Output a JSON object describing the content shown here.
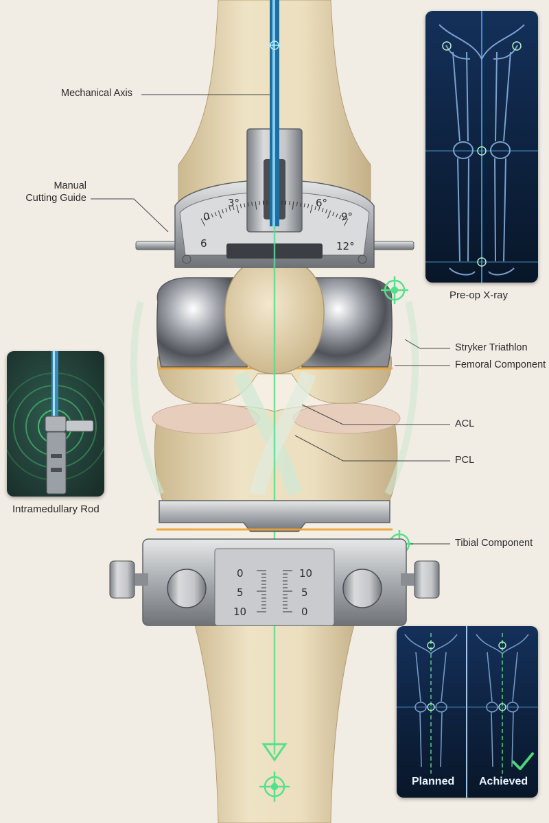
{
  "labels": {
    "mechanical_axis": "Mechanical Axis",
    "cutting_guide_line1": "Manual",
    "cutting_guide_line2": "Cutting Guide",
    "stryker": "Stryker Triathlon",
    "femoral_component": "Femoral Component",
    "acl": "ACL",
    "pcl": "PCL",
    "tibial_component": "Tibial Component",
    "intramedullary_rod": "Intramedullary Rod",
    "preop_xray": "Pre-op X-ray",
    "planned": "Planned",
    "achieved": "Achieved"
  },
  "cutting_guide_scale": {
    "marks": [
      "0",
      "3°",
      "6°",
      "9°",
      "12°",
      "6"
    ]
  },
  "tibial_scale": {
    "left": [
      "0",
      "5",
      "10"
    ],
    "right": [
      "10",
      "5",
      "0"
    ]
  },
  "icons": {
    "target": "crosshair-target-icon",
    "check": "checkmark-icon",
    "arrow": "down-arrow-icon"
  },
  "colors": {
    "bone": "#e6d7b4",
    "metal": "#b9bcc0",
    "axis_blue": "#3fa8d8",
    "axis_green": "#4fd67a",
    "xray_bg": "#0d2138",
    "accent_orange": "#f0a030"
  }
}
